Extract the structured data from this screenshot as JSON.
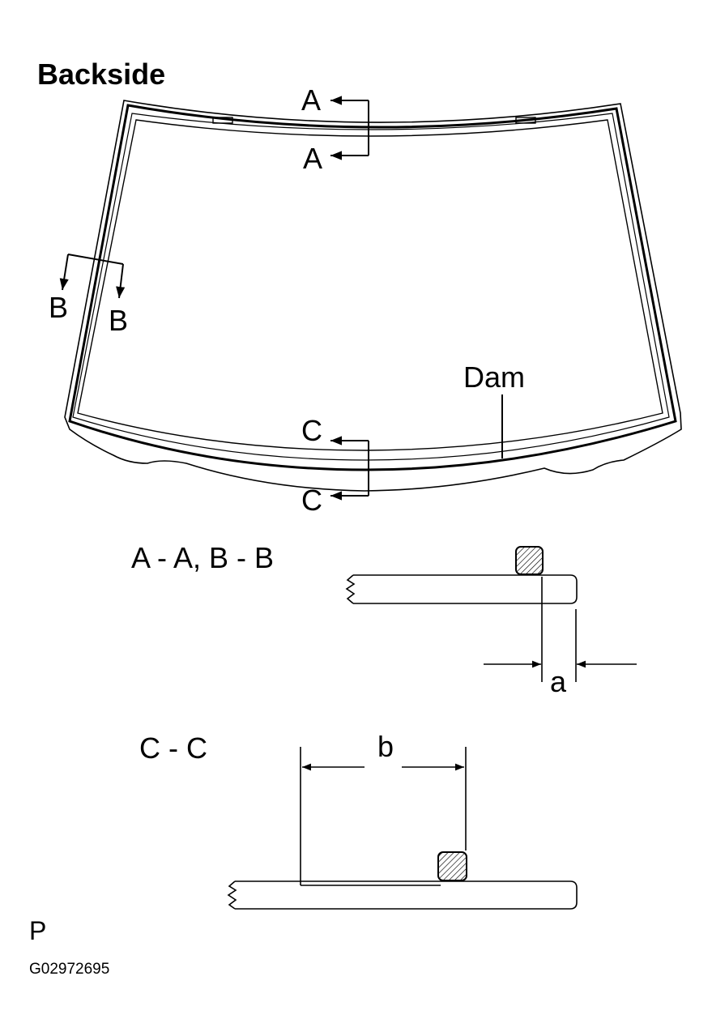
{
  "title": "Backside",
  "windshield": {
    "cut_labels": {
      "a_top": "A",
      "a_bottom": "A",
      "b_left": "B",
      "b_right": "B",
      "c_top": "C",
      "c_bottom": "C"
    },
    "dam_label": "Dam"
  },
  "section_aa_bb": {
    "title": "A - A, B - B",
    "dimension_label": "a"
  },
  "section_cc": {
    "title": "C - C",
    "dimension_label": "b"
  },
  "corner_mark": "P",
  "figure_code": "G02972695",
  "colors": {
    "line": "#000000",
    "background": "#ffffff"
  }
}
